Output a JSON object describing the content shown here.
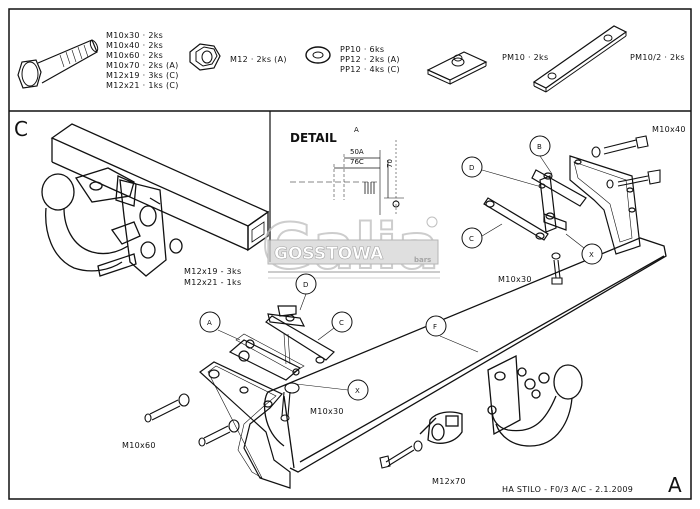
{
  "parts": {
    "bolt_specs": [
      "M10x30 · 2ks",
      "M10x40 · 2ks",
      "M10x60 · 2ks",
      "M10x70 · 2ks (A)",
      "M12x19 · 3ks (C)",
      "M12x21 · 1ks (C)"
    ],
    "nut_label": "M12 · 2ks (A)",
    "washer_specs": [
      "PP10 · 6ks",
      "PP12 · 2ks (A)",
      "PP12 · 4ks (C)"
    ],
    "plate1_label": "PM10 · 2ks",
    "plate2_label": "PM10/2 · 2ks"
  },
  "main": {
    "corner_c": "C",
    "corner_a": "A",
    "detail_title": "DETAIL",
    "detail_ref": "A",
    "dim_50a": "50A",
    "dim_76c": "76C",
    "dim_70": "70",
    "callouts": {
      "A": "A",
      "B": "B",
      "C_left": "C",
      "C_right": "C",
      "D_left": "D",
      "D_center": "D",
      "X_left": "X",
      "X_right": "X",
      "F": "F"
    },
    "bolt_labels": {
      "m12x19": "M12x19 - 3ks",
      "m12x21": "M12x21 - 1ks",
      "m10x40": "M10x40",
      "m10x30_right": "M10x30",
      "m10x30_center": "M10x30",
      "m10x60": "M10x60",
      "m12x70": "M12x70"
    },
    "watermark": "Galia",
    "watermark_sub": "GOSSTOWA",
    "watermark_small": "bars",
    "footer": "HA  STILO - F0/3  A/C - 2.1.2009"
  },
  "colors": {
    "line": "#111111",
    "watermark": "#c9c9c9"
  }
}
